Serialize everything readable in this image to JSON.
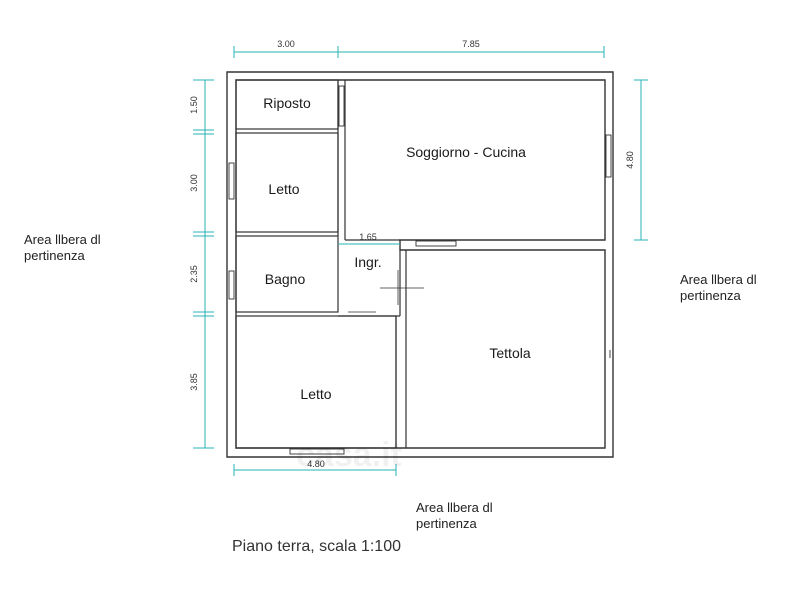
{
  "rooms": {
    "riposto": "Riposto",
    "soggiorno": "Soggiorno - Cucina",
    "letto_top": "Letto",
    "ingresso": "Ingr.",
    "bagno": "Bagno",
    "tettoia": "Tettola",
    "letto_bottom": "Letto"
  },
  "dimensions": {
    "top_left": "3.00",
    "top_right": "7.85",
    "right": "4.80",
    "left_1": "1.50",
    "left_2": "3.00",
    "left_3": "2.35",
    "left_4": "3.85",
    "bottom": "4.80",
    "ingresso": "1.65"
  },
  "area_notes": {
    "left": [
      "Area llbera dl",
      "pertinenza"
    ],
    "right": [
      "Area llbera dl",
      "pertinenza"
    ],
    "bottom": [
      "Area llbera dl",
      "pertinenza"
    ]
  },
  "caption": "Piano terra, scala 1:100",
  "watermark": "casa.it",
  "colors": {
    "wall": "#333333",
    "dimension": "#2ab3b3"
  }
}
